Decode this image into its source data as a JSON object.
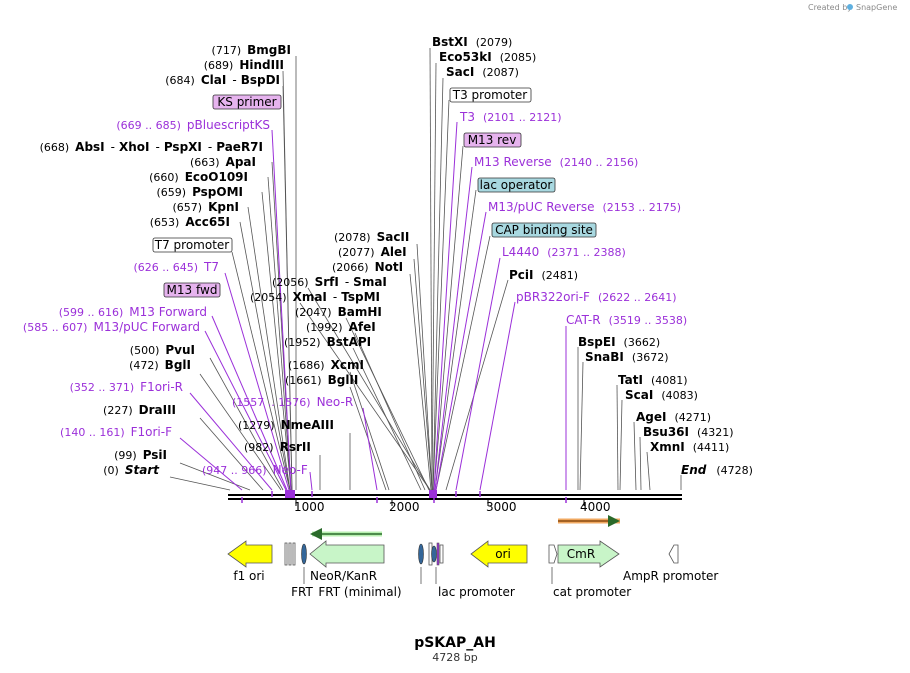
{
  "credit": "Created by",
  "brand": "SnapGene",
  "title": "pSKAP_AH",
  "length": "4728 bp",
  "colors": {
    "purple": "#9b30d9",
    "primer_fill": "#e6b3ee",
    "misc_fill": "#a8d8e0",
    "yellow": "#ffff00",
    "green": "#c8f5c8",
    "orange": "#f0a860",
    "arrow_green": "#2a6a2a"
  },
  "ruler": {
    "min": 0,
    "max": 4728,
    "ticks": [
      "1000",
      "2000",
      "3000",
      "4000"
    ]
  },
  "labels_left": [
    {
      "parts": [
        "(717)",
        "BmgBI"
      ]
    },
    {
      "parts": [
        "(689)",
        "HindIII"
      ]
    },
    {
      "parts": [
        "(684)",
        "ClaI",
        "-",
        "BspDI"
      ]
    },
    {
      "parts": [
        "KS primer"
      ]
    },
    {
      "parts": [
        "(669 .. 685)",
        "pBluescriptKS"
      ]
    },
    {
      "parts": [
        "(668)",
        "AbsI",
        "-",
        "XhoI",
        "-",
        "PspXI",
        "-",
        "PaeR7I"
      ]
    },
    {
      "parts": [
        "(663)",
        "ApaI"
      ]
    },
    {
      "parts": [
        "(660)",
        "EcoO109I"
      ]
    },
    {
      "parts": [
        "(659)",
        "PspOMI"
      ]
    },
    {
      "parts": [
        "(657)",
        "KpnI"
      ]
    },
    {
      "parts": [
        "(653)",
        "Acc65I"
      ]
    },
    {
      "parts": [
        "T7 promoter"
      ]
    },
    {
      "parts": [
        "(626 .. 645)",
        "T7"
      ]
    },
    {
      "parts": [
        "M13 fwd"
      ]
    },
    {
      "parts": [
        "(599 .. 616)",
        "M13 Forward"
      ]
    },
    {
      "parts": [
        "(585 .. 607)",
        "M13/pUC Forward"
      ]
    },
    {
      "parts": [
        "(500)",
        "PvuI"
      ]
    },
    {
      "parts": [
        "(472)",
        "BglI"
      ]
    },
    {
      "parts": [
        "(352 .. 371)",
        "F1ori-R"
      ]
    },
    {
      "parts": [
        "(227)",
        "DraIII"
      ]
    },
    {
      "parts": [
        "(140 .. 161)",
        "F1ori-F"
      ]
    },
    {
      "parts": [
        "(99)",
        "PsiI"
      ]
    },
    {
      "parts": [
        "(0)",
        "Start"
      ]
    }
  ],
  "labels_mid": [
    {
      "parts": [
        "(2056)",
        "SrfI",
        "-",
        "SmaI"
      ]
    },
    {
      "parts": [
        "(2054)",
        "XmaI",
        "-",
        "TspMI"
      ]
    },
    {
      "parts": [
        "(2047)",
        "BamHI"
      ]
    },
    {
      "parts": [
        "(1992)",
        "AfeI"
      ]
    },
    {
      "parts": [
        "(1952)",
        "BstAPI"
      ]
    },
    {
      "parts": [
        "(1686)",
        "XcmI"
      ]
    },
    {
      "parts": [
        "(1661)",
        "BglII"
      ]
    },
    {
      "parts": [
        "(1557 .. 1576)",
        "Neo-R"
      ]
    },
    {
      "parts": [
        "(1279)",
        "NmeAIII"
      ]
    },
    {
      "parts": [
        "(982)",
        "RsrII"
      ]
    },
    {
      "parts": [
        "(947 .. 966)",
        "Neo-F"
      ]
    },
    {
      "parts": [
        "(2078)",
        "SacII"
      ]
    },
    {
      "parts": [
        "(2077)",
        "AleI"
      ]
    },
    {
      "parts": [
        "(2066)",
        "NotI"
      ]
    }
  ],
  "labels_right": [
    {
      "parts": [
        "BstXI",
        "(2079)"
      ]
    },
    {
      "parts": [
        "Eco53kI",
        "(2085)"
      ]
    },
    {
      "parts": [
        "SacI",
        "(2087)"
      ]
    },
    {
      "parts": [
        "T3 promoter"
      ]
    },
    {
      "parts": [
        "T3",
        "(2101 .. 2121)"
      ]
    },
    {
      "parts": [
        "M13 rev"
      ]
    },
    {
      "parts": [
        "M13 Reverse",
        "(2140 .. 2156)"
      ]
    },
    {
      "parts": [
        "lac operator"
      ]
    },
    {
      "parts": [
        "M13/pUC Reverse",
        "(2153 .. 2175)"
      ]
    },
    {
      "parts": [
        "CAP binding site"
      ]
    },
    {
      "parts": [
        "L4440",
        "(2371 .. 2388)"
      ]
    },
    {
      "parts": [
        "PciI",
        "(2481)"
      ]
    },
    {
      "parts": [
        "pBR322ori-F",
        "(2622 .. 2641)"
      ]
    },
    {
      "parts": [
        "CAT-R",
        "(3519 .. 3538)"
      ]
    },
    {
      "parts": [
        "BspEI",
        "(3662)"
      ]
    },
    {
      "parts": [
        "SnaBI",
        "(3672)"
      ]
    },
    {
      "parts": [
        "TatI",
        "(4081)"
      ]
    },
    {
      "parts": [
        "ScaI",
        "(4083)"
      ]
    },
    {
      "parts": [
        "AgeI",
        "(4271)"
      ]
    },
    {
      "parts": [
        "Bsu36I",
        "(4321)"
      ]
    },
    {
      "parts": [
        "XmnI",
        "(4411)"
      ]
    },
    {
      "parts": [
        "End",
        "(4728)"
      ]
    }
  ],
  "features": [
    {
      "name": "f1 ori"
    },
    {
      "name": "NeoR/KanR"
    },
    {
      "name": "FRT"
    },
    {
      "name": "FRT (minimal)"
    },
    {
      "name": "lac promoter"
    },
    {
      "name": "ori"
    },
    {
      "name": "CmR"
    },
    {
      "name": "cat promoter"
    },
    {
      "name": "AmpR promoter"
    }
  ]
}
